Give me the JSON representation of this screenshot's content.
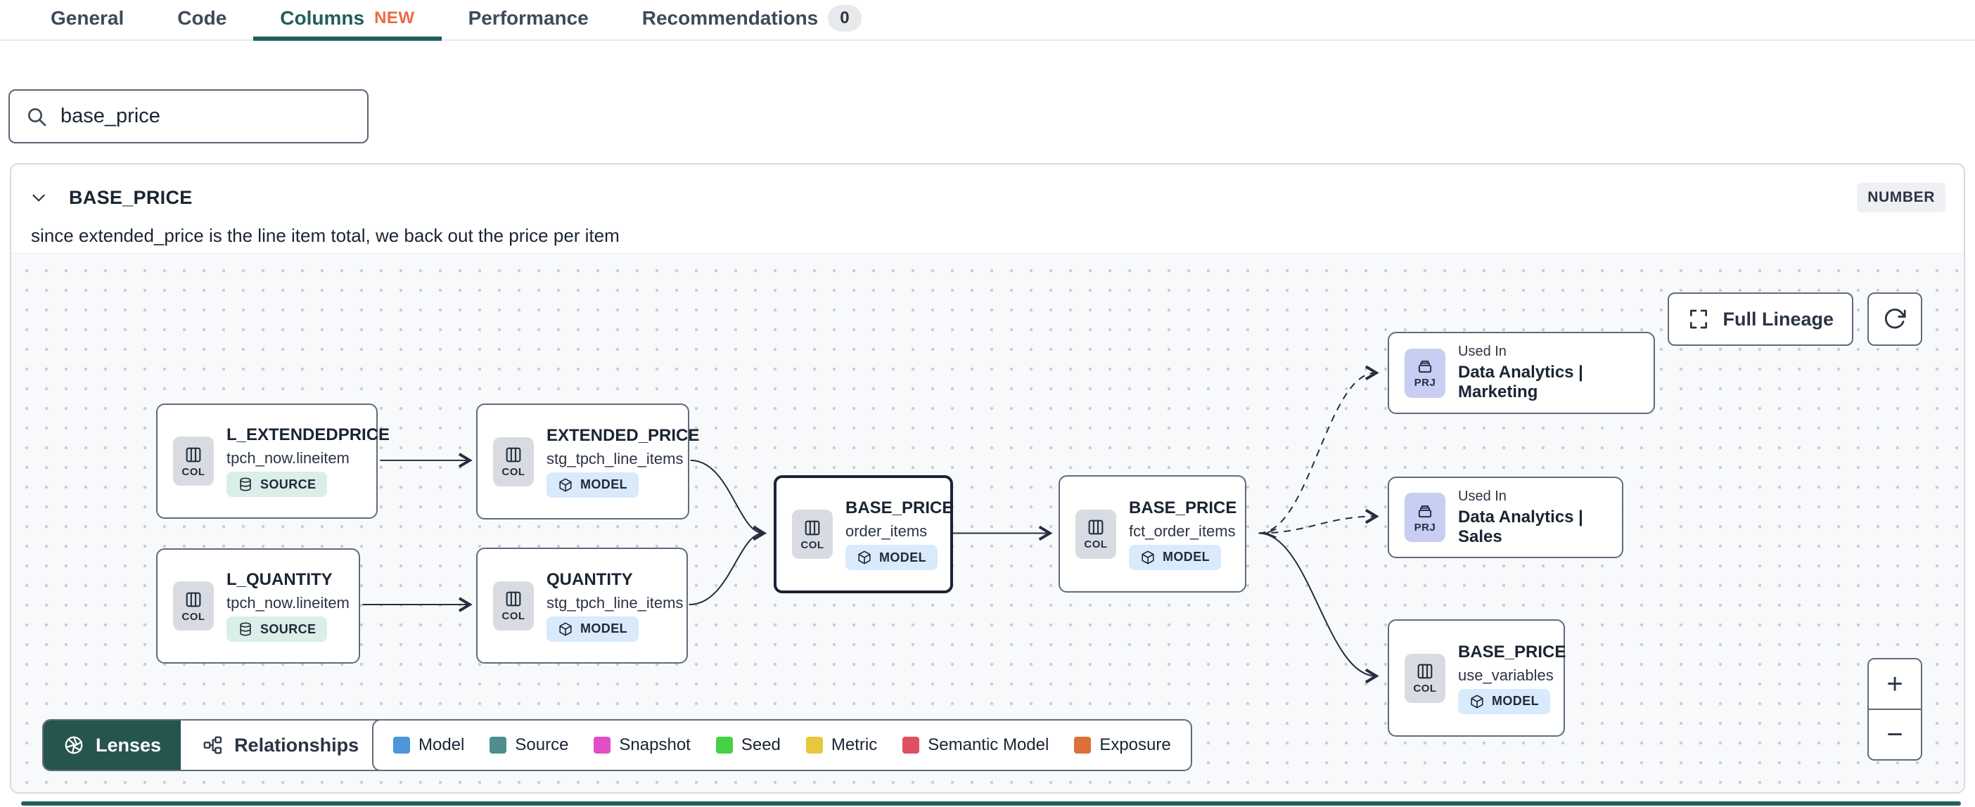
{
  "tabs": [
    {
      "label": "General"
    },
    {
      "label": "Code"
    },
    {
      "label": "Columns",
      "badge": "NEW"
    },
    {
      "label": "Performance"
    },
    {
      "label": "Recommendations",
      "count": "0"
    }
  ],
  "search": {
    "value": "base_price"
  },
  "column_panel": {
    "name": "BASE_PRICE",
    "type_badge": "NUMBER",
    "description": "since extended_price is the line item total, we back out the price per item"
  },
  "lineage": {
    "toolbar": {
      "full_lineage_label": "Full Lineage"
    },
    "nodes": [
      {
        "kind": "COL",
        "title": "L_EXTENDEDPRICE",
        "subtitle": "tpch_now.lineitem",
        "badge": "SOURCE"
      },
      {
        "kind": "COL",
        "title": "L_QUANTITY",
        "subtitle": "tpch_now.lineitem",
        "badge": "SOURCE"
      },
      {
        "kind": "COL",
        "title": "EXTENDED_PRICE",
        "subtitle": "stg_tpch_line_items",
        "badge": "MODEL"
      },
      {
        "kind": "COL",
        "title": "QUANTITY",
        "subtitle": "stg_tpch_line_items",
        "badge": "MODEL"
      },
      {
        "kind": "COL",
        "title": "BASE_PRICE",
        "subtitle": "order_items",
        "badge": "MODEL"
      },
      {
        "kind": "COL",
        "title": "BASE_PRICE",
        "subtitle": "fct_order_items",
        "badge": "MODEL"
      },
      {
        "kind": "PRJ",
        "title": "Used In",
        "subtitle": "Data Analytics | Marketing"
      },
      {
        "kind": "PRJ",
        "title": "Used In",
        "subtitle": "Data Analytics | Sales"
      },
      {
        "kind": "COL",
        "title": "BASE_PRICE",
        "subtitle": "use_variables",
        "badge": "MODEL"
      }
    ],
    "footer": {
      "lenses_label": "Lenses",
      "relationships_label": "Relationships"
    },
    "legend": [
      {
        "label": "Model",
        "color": "#4e95d9"
      },
      {
        "label": "Source",
        "color": "#4f8e8b"
      },
      {
        "label": "Snapshot",
        "color": "#e24ec4"
      },
      {
        "label": "Seed",
        "color": "#45d145"
      },
      {
        "label": "Metric",
        "color": "#e8c73e"
      },
      {
        "label": "Semantic Model",
        "color": "#e05060"
      },
      {
        "label": "Exposure",
        "color": "#dd7038"
      }
    ],
    "zoom_controls": {
      "zoom_in": "+",
      "zoom_out": "−"
    }
  },
  "colors": {
    "accent_teal": "#1f5f5c",
    "new_badge": "#ed6a45"
  }
}
